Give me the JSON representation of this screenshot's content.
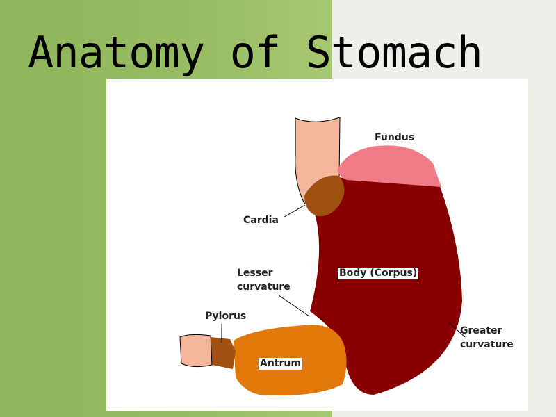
{
  "title": "Anatomy of Stomach",
  "labels": {
    "fundus": "Fundus",
    "cardia": "Cardia",
    "lesser_curvature_line1": "Lesser",
    "lesser_curvature_line2": "curvature",
    "body": "Body (Corpus)",
    "pylorus": "Pylorus",
    "antrum": "Antrum",
    "greater_curvature_line1": "Greater",
    "greater_curvature_line2": "curvature"
  },
  "colors": {
    "slide_green": "#98bd62",
    "slide_light": "#efeee9",
    "esophagus": "#f4b69a",
    "fundus": "#f07a86",
    "cardia": "#a05010",
    "body": "#880000",
    "antrum": "#e0780a",
    "pylorus": "#a05010",
    "duodenum": "#f4b69a"
  }
}
